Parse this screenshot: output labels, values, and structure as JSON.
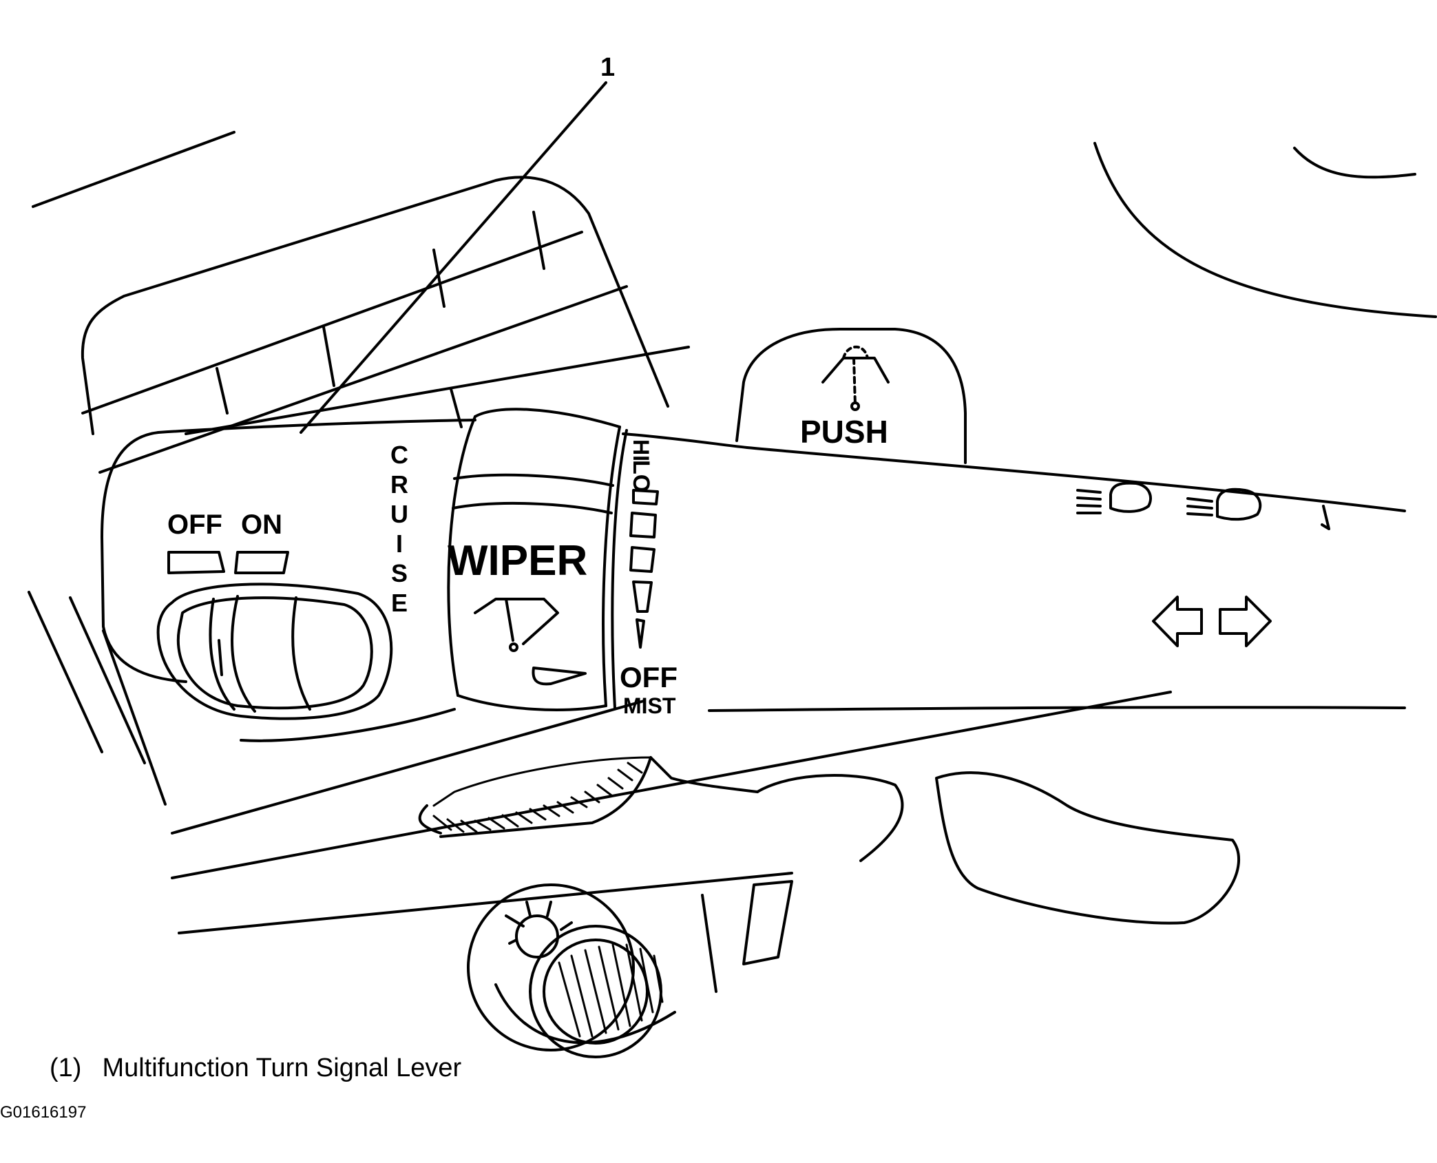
{
  "callout": {
    "number": "1"
  },
  "lever": {
    "cruise_switch": {
      "off_label": "OFF",
      "on_label": "ON",
      "vertical_label": "CRUISE"
    },
    "wiper_ring": {
      "label": "WIPER",
      "speed_labels": {
        "hi": "HI",
        "lo": "LO",
        "off": "OFF",
        "mist": "MIST"
      }
    },
    "washer_button": {
      "label": "PUSH"
    }
  },
  "caption": {
    "number": "(1)",
    "text": "Multifunction Turn Signal Lever"
  },
  "figure_id": "G01616197"
}
